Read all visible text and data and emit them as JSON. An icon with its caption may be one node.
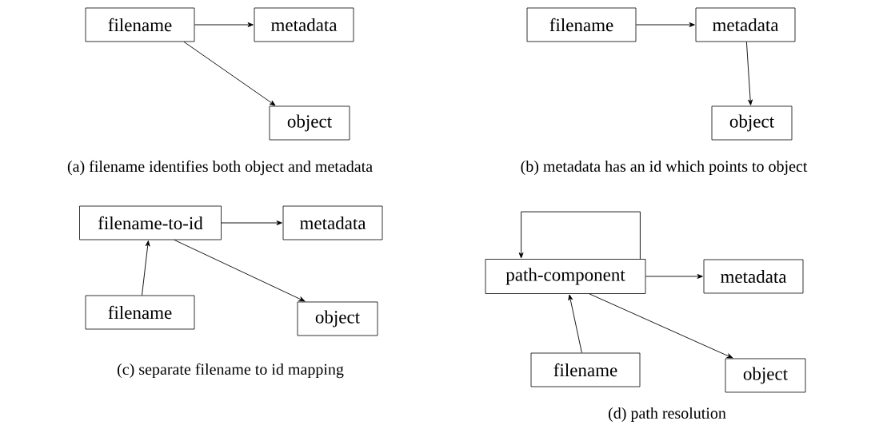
{
  "diagram": {
    "nodes": [
      {
        "text": [
          "filename"
        ]
      },
      {
        "text": [
          "metadata"
        ]
      },
      {
        "text": [
          "object"
        ]
      },
      {
        "text": [
          "filename"
        ]
      },
      {
        "text": [
          "metadata"
        ]
      },
      {
        "text": [
          "object"
        ]
      },
      {
        "text": [
          "filename-to-id"
        ]
      },
      {
        "text": [
          "metadata"
        ]
      },
      {
        "text": [
          "filename"
        ]
      },
      {
        "text": [
          "object"
        ]
      },
      {
        "text": [
          "path-component"
        ]
      },
      {
        "text": [
          "metadata"
        ]
      },
      {
        "text": [
          "filename"
        ]
      },
      {
        "text": [
          "object"
        ]
      }
    ],
    "edges": [
      {
        "from": 0,
        "to": 1,
        "arrow": "to"
      },
      {
        "from": 0,
        "to": 2,
        "arrow": "to"
      },
      {
        "from": 3,
        "to": 4,
        "arrow": "to"
      },
      {
        "from": 4,
        "to": 5,
        "arrow": "to"
      },
      {
        "from": 6,
        "to": 7,
        "arrow": "to"
      },
      {
        "from": 8,
        "to": 6,
        "arrow": "to"
      },
      {
        "from": 6,
        "to": 9,
        "arrow": "to"
      },
      {
        "from": 10,
        "to": 10,
        "arrow": "to"
      },
      {
        "from": 10,
        "to": 11,
        "arrow": "to"
      },
      {
        "from": 12,
        "to": 10,
        "arrow": "to"
      },
      {
        "from": 10,
        "to": 13,
        "arrow": "to"
      }
    ],
    "labels": [
      "(a) filename identifies both object and metadata",
      "(b) metadata has an id which points to object",
      "(c) separate filename to id mapping",
      "(d) path resolution"
    ]
  }
}
